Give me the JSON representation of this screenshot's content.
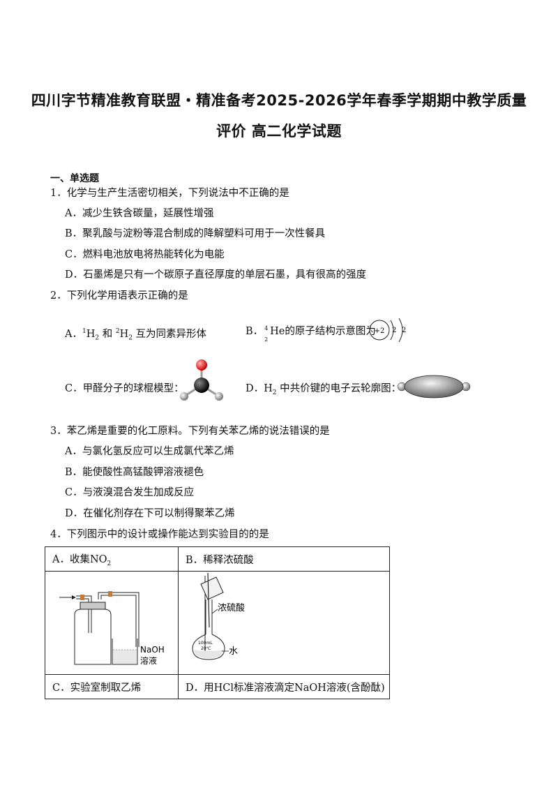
{
  "doc": {
    "title_line1": "四川字节精准教育联盟・精准备考2025-2026学年春季学期期中教学质量",
    "title_line2": "评价  高二化学试题",
    "section": "一、单选题"
  },
  "q1": {
    "stem": "1．化学与生产生活密切相关，下列说法中不正确的是",
    "A": "A．减少生铁含碳量，延展性增强",
    "B": "B．聚乳酸与淀粉等混合制成的降解塑料可用于一次性餐具",
    "C": "C．燃料电池放电将热能转化为电能",
    "D": "D．石墨烯是只有一个碳原子直径厚度的单层石墨，具有很高的强度"
  },
  "q2": {
    "stem": "2．下列化学用语表示正确的是",
    "A_prefix": "A．",
    "A_sup1": "1",
    "A_h1": "H",
    "A_sub1": "2",
    "A_and": " 和 ",
    "A_sup2": "2",
    "A_h2": "H",
    "A_sub2": "2",
    "A_rest": " 互为同素异形体",
    "B_prefix": "B．",
    "B_mass": "4",
    "B_num": "2",
    "B_sym": "He",
    "B_rest": "的原子结构示意图为",
    "B_nucleus": "+2",
    "B_shell1": "2",
    "B_shell2": "2",
    "C": "C．甲醛分子的球棍模型：",
    "D_prefix": "D．H",
    "D_sub": "2",
    "D_rest": " 中共价键的电子云轮廓图："
  },
  "q3": {
    "stem": "3．苯乙烯是重要的化工原料。下列有关苯乙烯的说法错误的是",
    "A": "A．与氯化氢反应可以生成氯代苯乙烯",
    "B": "B．能使酸性高锰酸钾溶液褪色",
    "C": "C．与液溴混合发生加成反应",
    "D": "D．在催化剂存在下可以制得聚苯乙烯"
  },
  "q4": {
    "stem": "4．下列图示中的设计或操作能达到实验目的的是",
    "A_label": "A．收集NO",
    "A_sub": "2",
    "B_label": "B．稀释浓硫酸",
    "C_label": "C．实验室制取乙烯",
    "D_label": "D．用HCl标准溶液滴定NaOH溶液(含酚酞)",
    "A_fig_naoh": "NaOH",
    "A_fig_solution": "溶液",
    "B_fig_acid": "浓硫酸",
    "B_fig_water": "水",
    "B_fig_vol": "100mL",
    "B_fig_temp": "20℃"
  }
}
